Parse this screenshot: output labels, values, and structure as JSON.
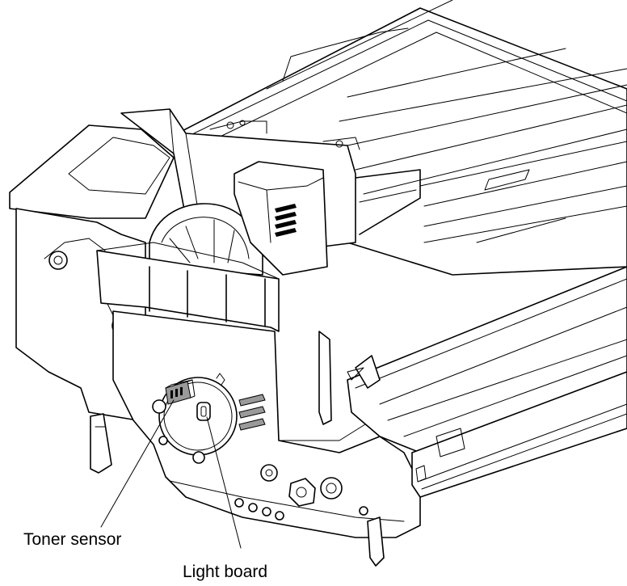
{
  "diagram": {
    "callouts": [
      {
        "id": "toner-sensor",
        "text": "Toner sensor"
      },
      {
        "id": "light-board",
        "text": "Light board"
      }
    ]
  }
}
